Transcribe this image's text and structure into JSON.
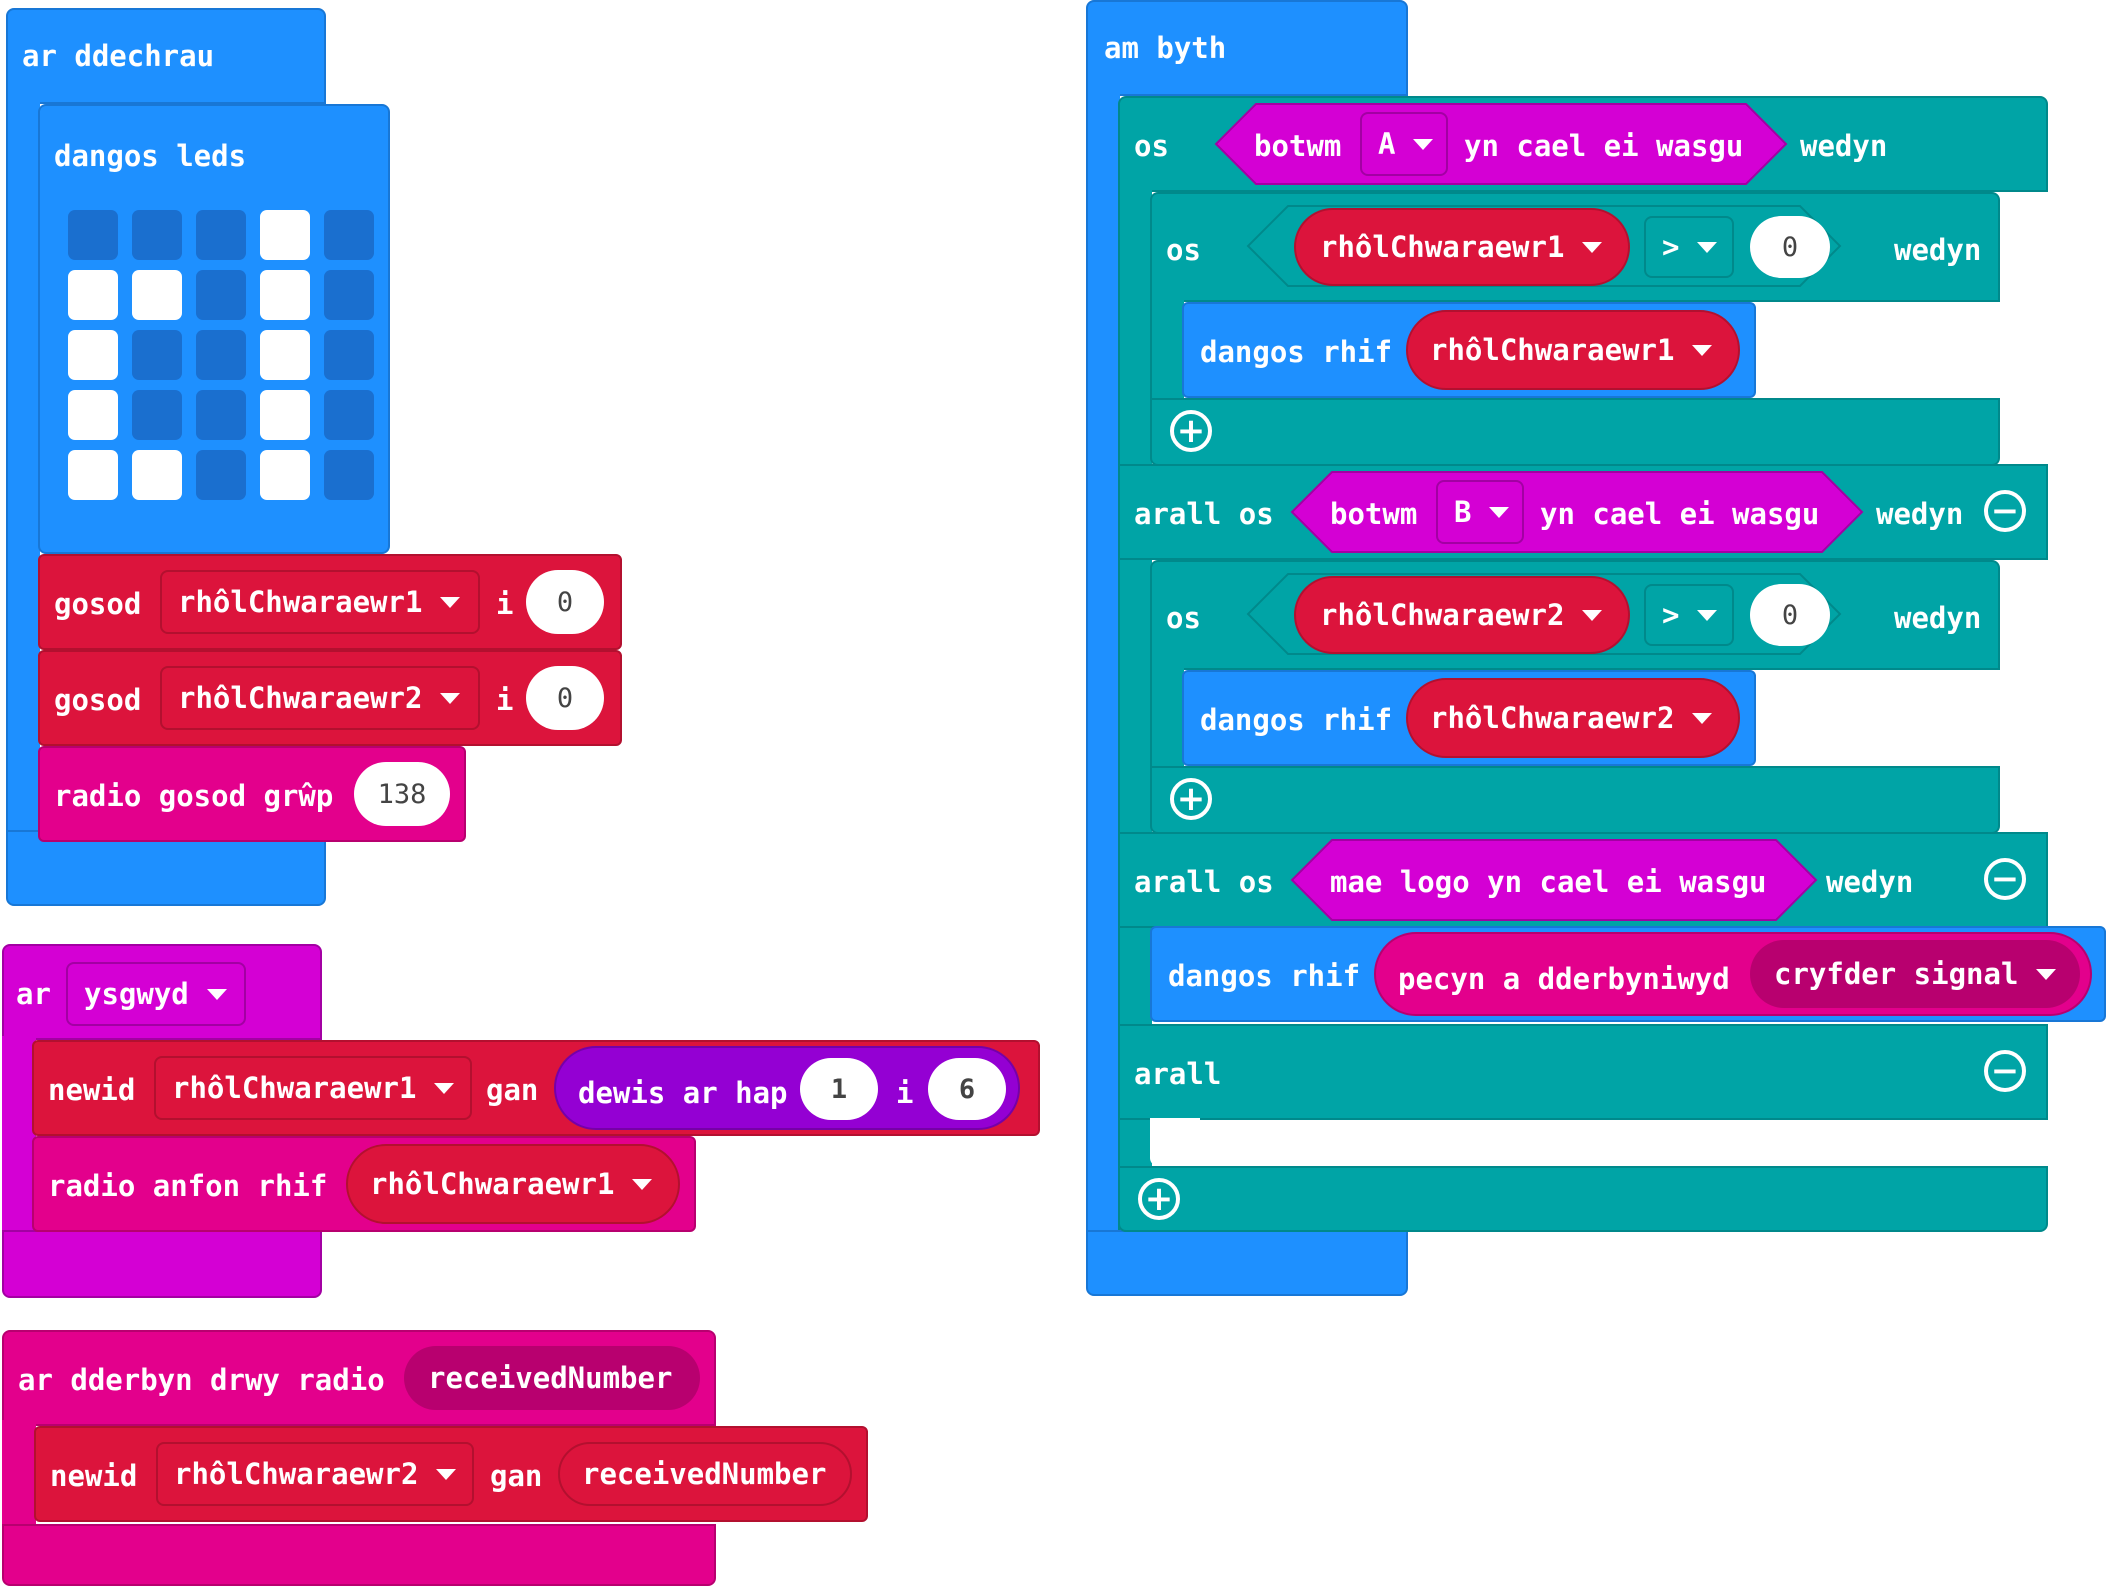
{
  "colors": {
    "basic": "#1e90ff",
    "basic_dark": "#1877d6",
    "variables": "#dc143c",
    "variables_dark": "#b3102f",
    "radio": "#e3008c",
    "radio_dark": "#b8006f",
    "input": "#d400d4",
    "input_dark": "#a300a3",
    "logic": "#00a4a6",
    "logic_dark": "#00898b",
    "math": "#9400d3",
    "led_on": "#ffffff",
    "led_off": "#1a6fcf"
  },
  "on_start": {
    "label": "ar ddechrau",
    "show_leds": {
      "label": "dangos leds",
      "leds": [
        [
          0,
          0,
          0,
          1,
          0
        ],
        [
          1,
          1,
          0,
          1,
          0
        ],
        [
          1,
          0,
          0,
          1,
          0
        ],
        [
          1,
          0,
          0,
          1,
          0
        ],
        [
          1,
          1,
          0,
          1,
          0
        ]
      ]
    },
    "set1": {
      "label": "gosod",
      "var": "rhôlChwaraewr1",
      "to": "i",
      "value": "0"
    },
    "set2": {
      "label": "gosod",
      "var": "rhôlChwaraewr2",
      "to": "i",
      "value": "0"
    },
    "radio_group": {
      "label": "radio gosod grŵp",
      "value": "138"
    }
  },
  "on_shake": {
    "label": "ar",
    "gesture": "ysgwyd",
    "change": {
      "label": "newid",
      "var": "rhôlChwaraewr1",
      "by": "gan",
      "random": {
        "label": "dewis ar hap",
        "from": "1",
        "to_label": "i",
        "to": "6"
      }
    },
    "send": {
      "label": "radio anfon rhif",
      "var": "rhôlChwaraewr1"
    }
  },
  "on_receive": {
    "label": "ar dderbyn drwy radio",
    "param": "receivedNumber",
    "change": {
      "label": "newid",
      "var": "rhôlChwaraewr2",
      "by": "gan",
      "value": "receivedNumber"
    }
  },
  "forever": {
    "label": "am byth",
    "if_label": "os",
    "then_label": "wedyn",
    "elseif_label": "arall os",
    "else_label": "arall",
    "branch_a": {
      "button_label": "botwm",
      "button": "A",
      "pressed": "yn cael ei wasgu",
      "inner_if": {
        "var": "rhôlChwaraewr1",
        "op": ">",
        "value": "0"
      },
      "show": {
        "label": "dangos rhif",
        "var": "rhôlChwaraewr1"
      }
    },
    "branch_b": {
      "button_label": "botwm",
      "button": "B",
      "pressed": "yn cael ei wasgu",
      "inner_if": {
        "var": "rhôlChwaraewr2",
        "op": ">",
        "value": "0"
      },
      "show": {
        "label": "dangos rhif",
        "var": "rhôlChwaraewr2"
      }
    },
    "branch_logo": {
      "condition": "mae logo yn cael ei wasgu",
      "show": {
        "label": "dangos rhif",
        "packet": "pecyn a dderbyniwyd",
        "property": "cryfder signal"
      }
    }
  }
}
